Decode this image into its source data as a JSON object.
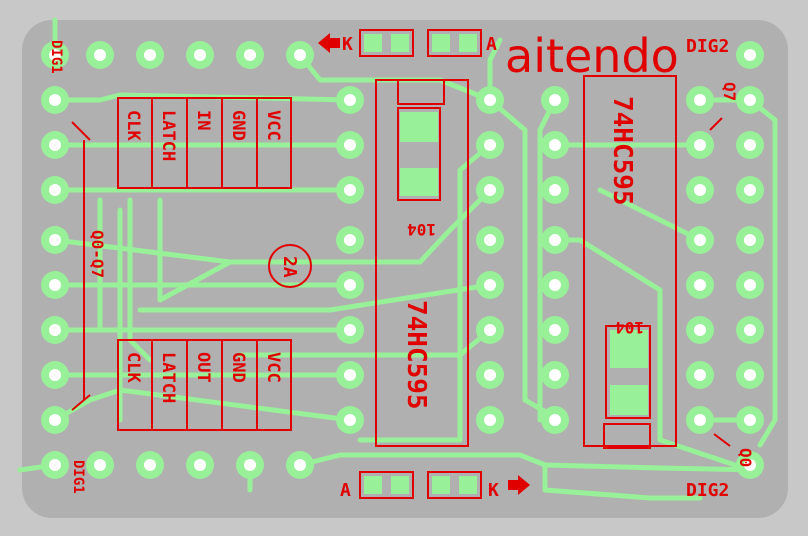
{
  "colors": {
    "background": "#c8c8c8",
    "pcb": "#b0b0b0",
    "copper": "#98f098",
    "silk": "#e00000",
    "drill": "#ffffff"
  },
  "labels": {
    "dig1_top": "DIG1",
    "dig1_bottom": "DIG1",
    "dig2_top": "DIG2",
    "dig2_bottom": "DIG2",
    "brand": "aitendo",
    "q7": "Q7",
    "q0": "Q0",
    "q_range": "Q0-Q7",
    "led_k_top": "K",
    "led_a_top": "A",
    "led_a_bottom": "A",
    "led_k_bottom": "K",
    "current": "2A",
    "chip_left": "74HC595",
    "chip_right": "74HC595",
    "cap_left": "104",
    "cap_right": "104"
  },
  "connector_in": [
    "VCC",
    "GND",
    "IN",
    "LATCH",
    "CLK"
  ],
  "connector_out": [
    "VCC",
    "GND",
    "OUT",
    "LATCH",
    "CLK"
  ]
}
